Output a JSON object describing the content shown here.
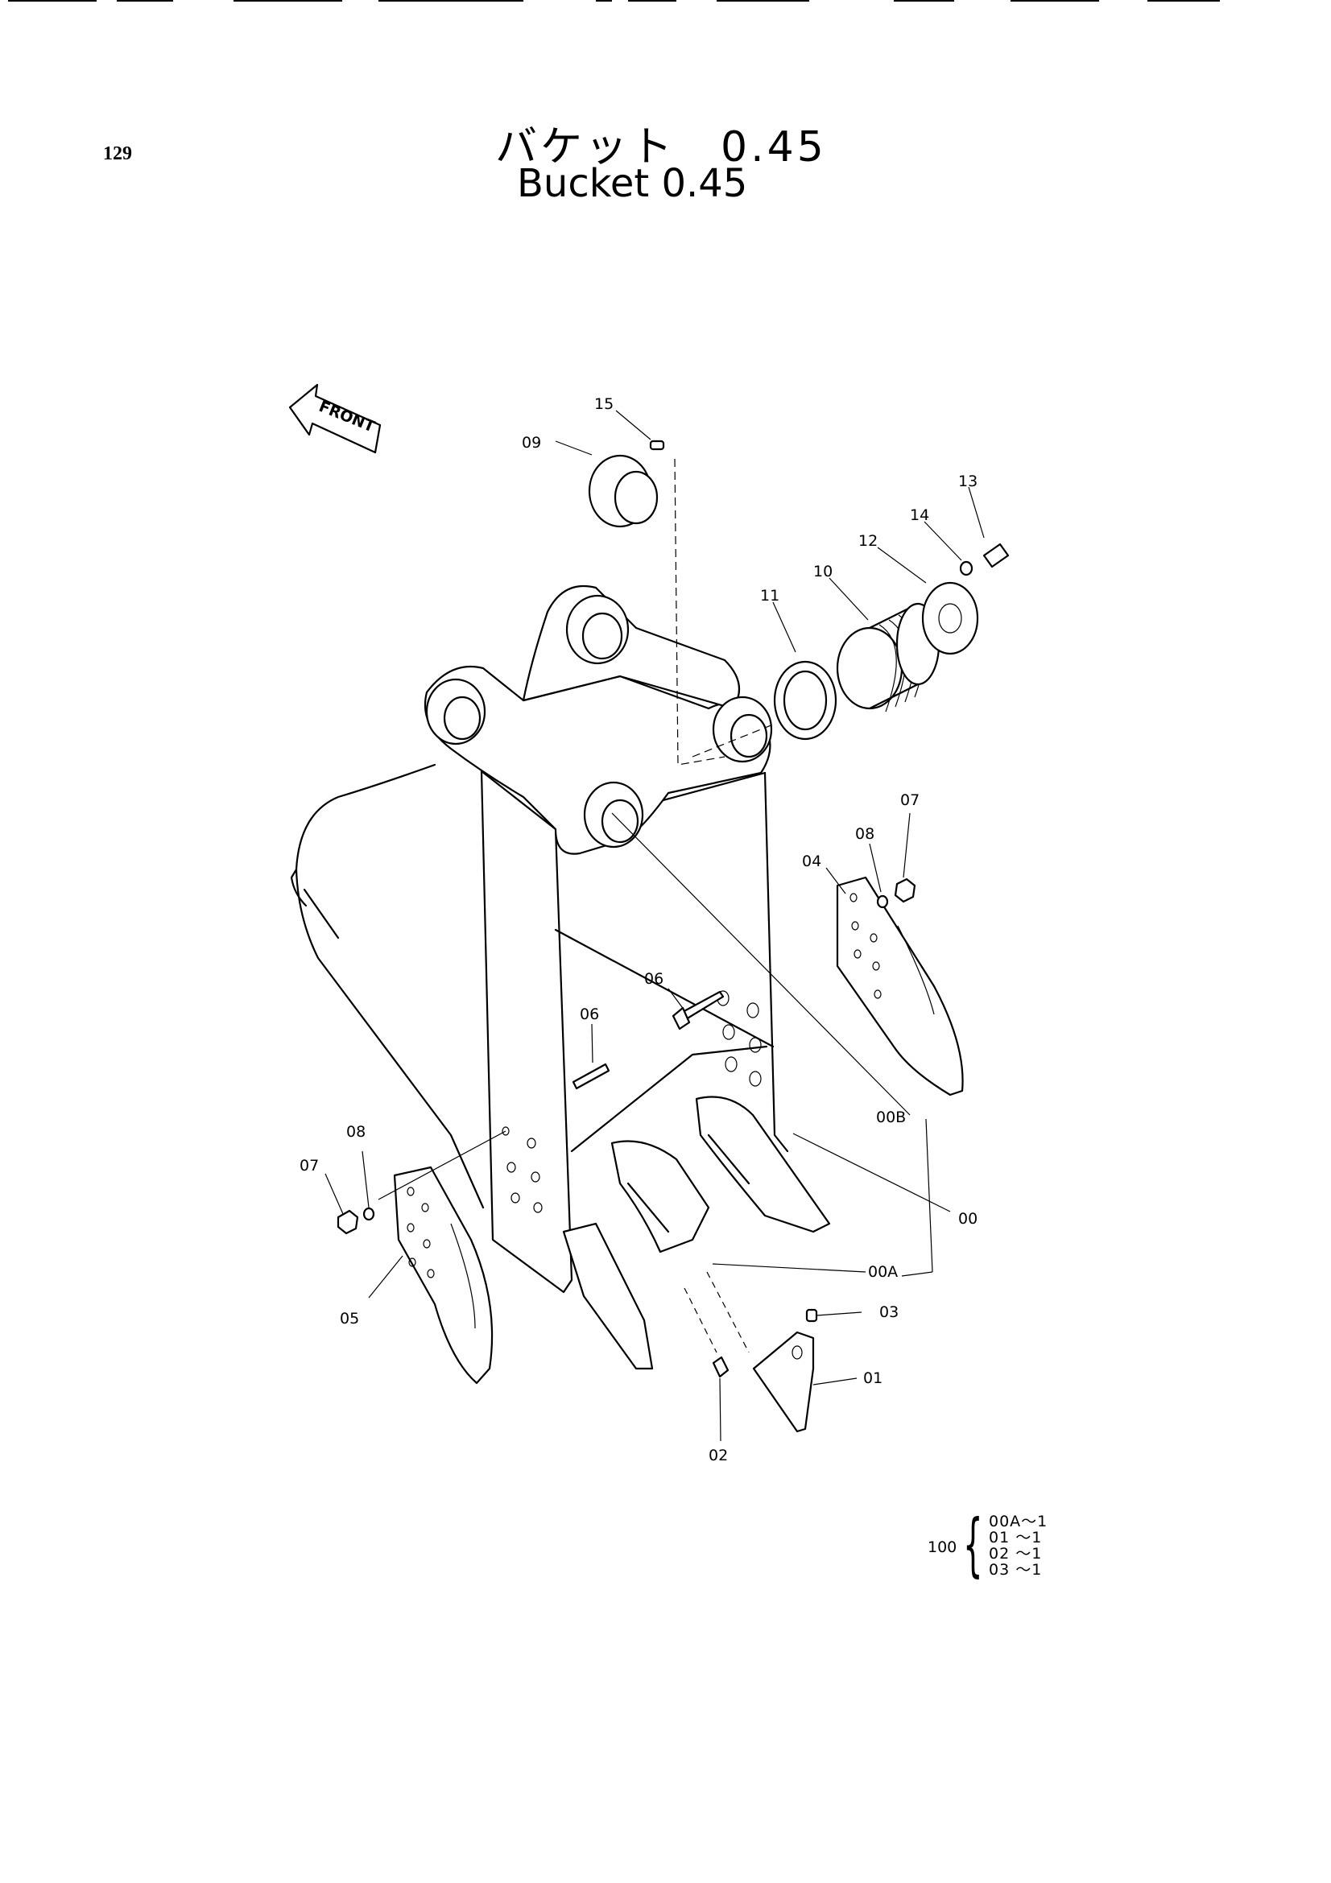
{
  "page": {
    "number": "129"
  },
  "title": {
    "japanese": "バケット　0.45",
    "english": "Bucket 0.45"
  },
  "front_arrow": {
    "label": "FRONT"
  },
  "callouts": [
    "15",
    "09",
    "13",
    "14",
    "12",
    "10",
    "11",
    "07",
    "08",
    "04",
    "06",
    "06",
    "00B",
    "00",
    "00A",
    "03",
    "01",
    "02",
    "05",
    "07",
    "08"
  ],
  "set": {
    "root": "100",
    "items": [
      "00A～1",
      "01 ～1",
      "02 ～1",
      "03 ～1"
    ]
  }
}
